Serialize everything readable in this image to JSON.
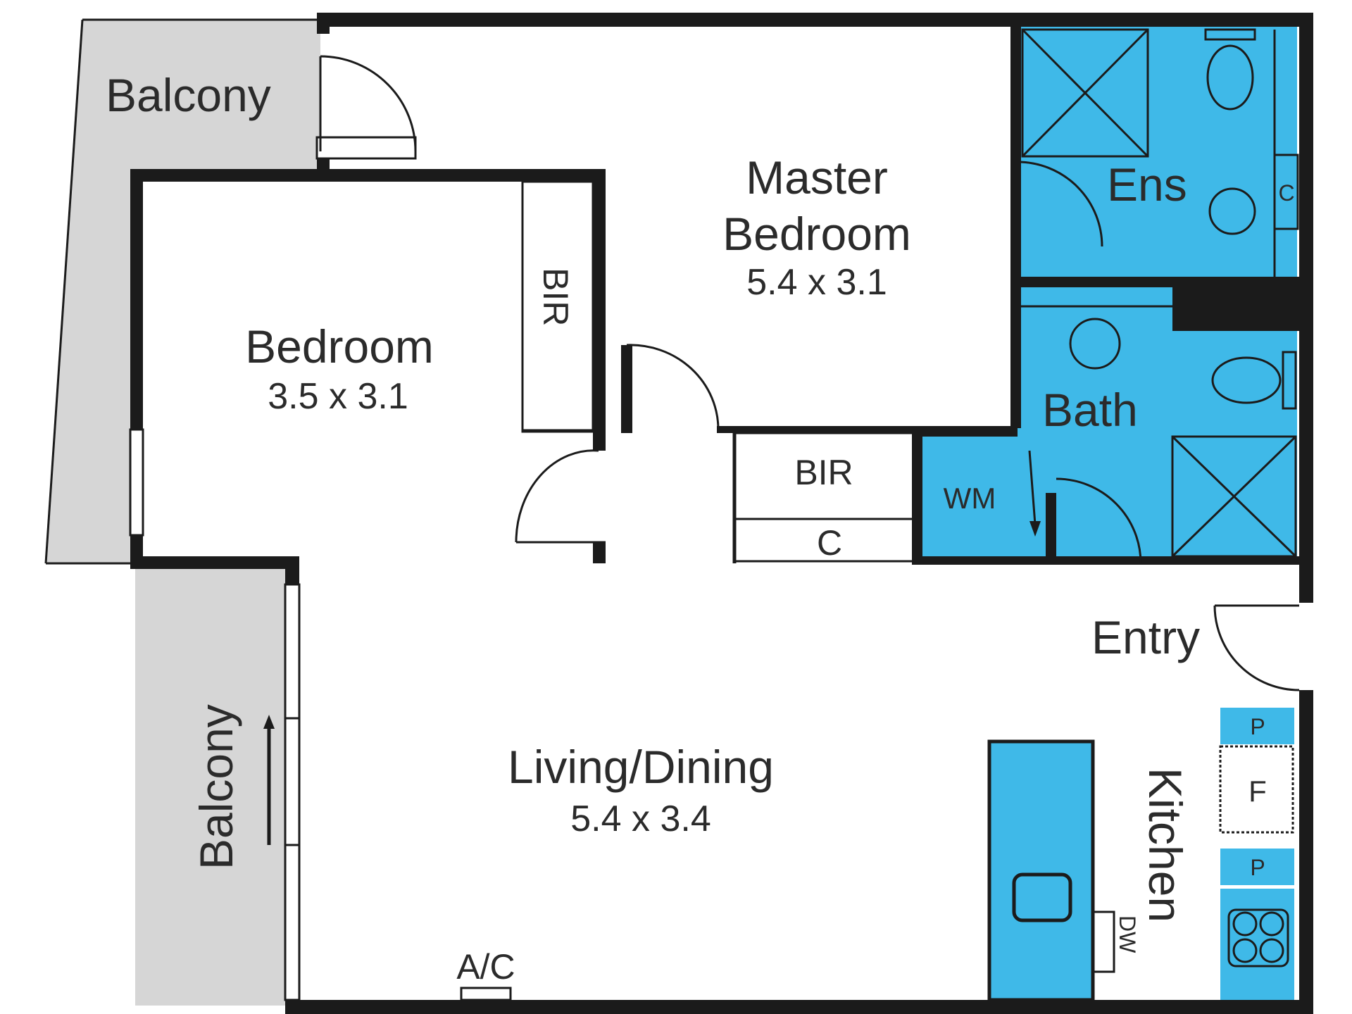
{
  "colors": {
    "wet_area": "#3fb9e8",
    "balcony": "#d6d6d6",
    "wall": "#1b1b1b",
    "text": "#2b2b2b"
  },
  "rooms": {
    "balcony_top": "Balcony",
    "balcony_left": "Balcony",
    "master_bedroom": {
      "line1": "Master",
      "line2": "Bedroom",
      "dims": "5.4 x 3.1"
    },
    "bedroom": {
      "name": "Bedroom",
      "dims": "3.5 x 3.1"
    },
    "living_dining": {
      "name": "Living/Dining",
      "dims": "5.4 x 3.4"
    },
    "ensuite": "Ens",
    "ensuite_cupboard": "C",
    "bath": "Bath",
    "entry": "Entry",
    "kitchen": "Kitchen"
  },
  "fixtures": {
    "bedroom_robe": "BIR",
    "hall_robe": "BIR",
    "hall_cupboard": "C",
    "washing_machine": "WM",
    "pantry_top": "P",
    "fridge": "F",
    "pantry_bottom": "P",
    "dishwasher": "DW",
    "air_conditioner": "A/C"
  }
}
